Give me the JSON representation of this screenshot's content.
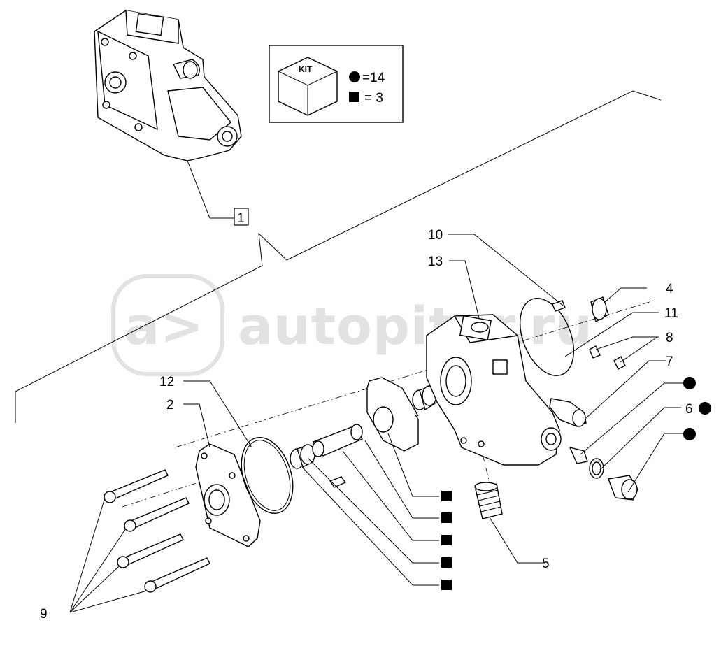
{
  "legend": {
    "kit_label": "KIT",
    "circle_count": "=14",
    "square_count": "= 3"
  },
  "watermark": {
    "logo_text": "a>",
    "site_text": "autopiter.ru"
  },
  "callouts": {
    "c1": "1",
    "c2": "2",
    "c4": "4",
    "c5": "5",
    "c6": "6",
    "c7": "7",
    "c8": "8",
    "c9": "9",
    "c10": "10",
    "c11": "11",
    "c12": "12",
    "c13": "13"
  },
  "markers": {
    "circle_kit_items": [
      "6",
      "6-side",
      "6-bottom"
    ],
    "square_kit_items": 5
  }
}
